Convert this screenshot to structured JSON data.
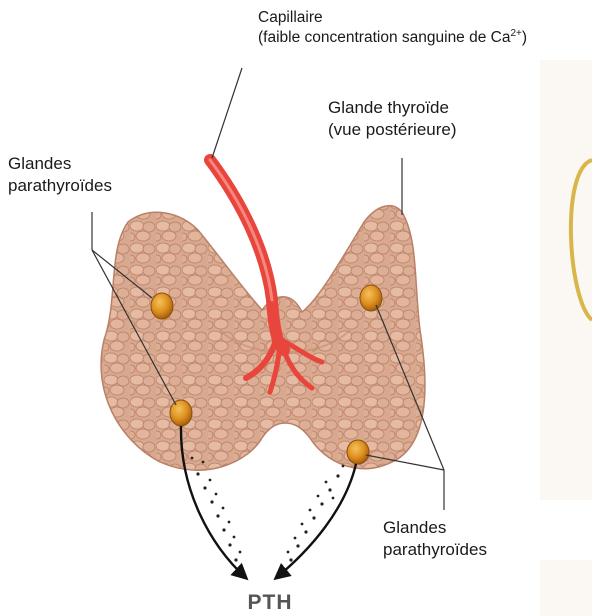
{
  "capillary": {
    "title": "Capillaire",
    "note_prefix": "(faible concentration sanguine de Ca",
    "note_superscript": "2+",
    "note_suffix": ")"
  },
  "thyroid": {
    "line1": "Glande thyroïde",
    "line2": "(vue postérieure)"
  },
  "parathyroid_left": {
    "line1": "Glandes",
    "line2": "parathyroïdes"
  },
  "parathyroid_right": {
    "line1": "Glandes",
    "line2": "parathyroïdes"
  },
  "hormone": "PTH",
  "colors": {
    "thyroid_tissue": "#d9a98f",
    "thyroid_shadow": "#b98068",
    "capillary": "#e8453c",
    "gland": "#d98c1e",
    "leader_line": "#333333"
  }
}
